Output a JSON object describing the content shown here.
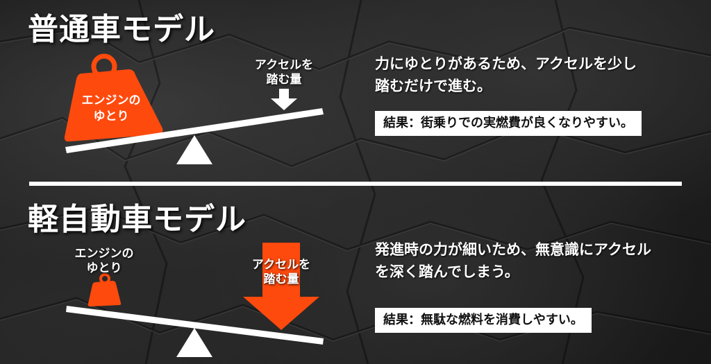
{
  "colors": {
    "accent": "#ff4a0d",
    "text": "#ffffff",
    "background": "#222222"
  },
  "top": {
    "title": "普通車モデル",
    "weight_label_line1": "エンジンの",
    "weight_label_line2": "ゆとり",
    "pedal_label_line1": "アクセルを",
    "pedal_label_line2": "踏む量",
    "desc_line1": "力にゆとりがあるため、アクセルを少し",
    "desc_line2": "踏むだけで進む。",
    "result": "結果：街乗りでの実燃費が良くなりやすい。"
  },
  "bottom": {
    "title": "軽自動車モデル",
    "weight_label_line1": "エンジンの",
    "weight_label_line2": "ゆとり",
    "pedal_label_line1": "アクセルを",
    "pedal_label_line2": "踏む量",
    "desc_line1": "発進時の力が細いため、無意識にアクセル",
    "desc_line2": "を深く踏んでしまう。",
    "result": "結果：無駄な燃料を消費しやすい。"
  }
}
